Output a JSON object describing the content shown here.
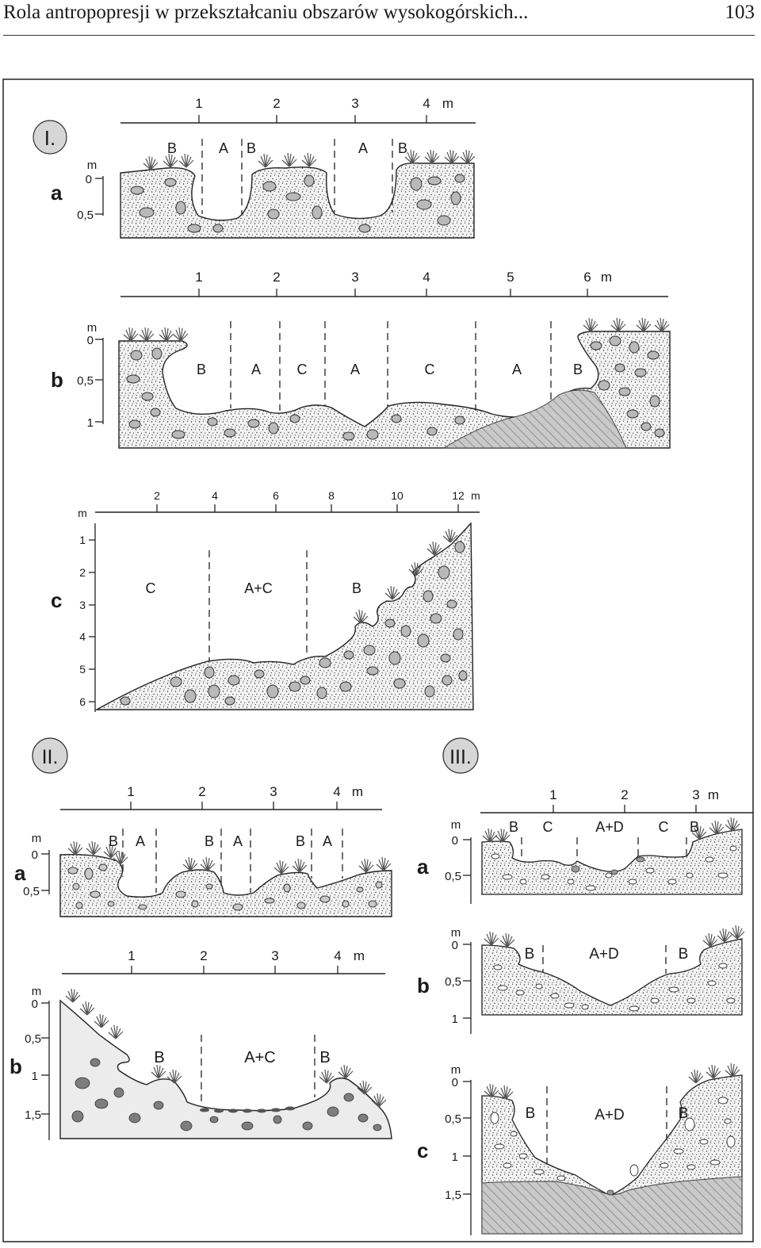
{
  "header": {
    "running_title": "Rola antropopresji w przekształcaniu obszarów wysokogórskich...",
    "page_number": "103"
  },
  "figure": {
    "groups": {
      "I": "I.",
      "II": "II.",
      "III": "III."
    },
    "I": {
      "a": {
        "letter": "a",
        "x_ticks": [
          "1",
          "2",
          "3",
          "4"
        ],
        "x_unit": "m",
        "y_unit": "m",
        "y_ticks": [
          "0",
          "0,5"
        ],
        "zones": [
          "B",
          "A",
          "B",
          "A",
          "B"
        ]
      },
      "b": {
        "letter": "b",
        "x_ticks": [
          "1",
          "2",
          "3",
          "4",
          "5",
          "6"
        ],
        "x_unit": "m",
        "y_unit": "m",
        "y_ticks": [
          "0",
          "0,5",
          "1"
        ],
        "zones": [
          "B",
          "A",
          "C",
          "A",
          "C",
          "A",
          "B"
        ]
      },
      "c": {
        "letter": "c",
        "x_ticks": [
          "2",
          "4",
          "6",
          "8",
          "10",
          "12"
        ],
        "x_unit": "m",
        "y_unit": "m",
        "y_ticks": [
          "1",
          "2",
          "3",
          "4",
          "5",
          "6"
        ],
        "zones": [
          "C",
          "A+C",
          "B"
        ]
      }
    },
    "II": {
      "a": {
        "letter": "a",
        "x_ticks": [
          "1",
          "2",
          "3",
          "4"
        ],
        "x_unit": "m",
        "y_unit": "m",
        "y_ticks": [
          "0",
          "0,5"
        ],
        "zones": [
          "B",
          "A",
          "B",
          "A",
          "B",
          "A"
        ]
      },
      "b": {
        "letter": "b",
        "x_ticks": [
          "1",
          "2",
          "3",
          "4"
        ],
        "x_unit": "m",
        "y_unit": "m",
        "y_ticks": [
          "0",
          "0,5",
          "1",
          "1,5"
        ],
        "zones": [
          "B",
          "A+C",
          "B"
        ]
      }
    },
    "III": {
      "x_ticks": [
        "1",
        "2",
        "3"
      ],
      "x_unit": "m",
      "a": {
        "letter": "a",
        "y_unit": "m",
        "y_ticks": [
          "0",
          "0,5"
        ],
        "zones": [
          "B",
          "C",
          "A+D",
          "C",
          "B"
        ]
      },
      "b": {
        "letter": "b",
        "y_unit": "m",
        "y_ticks": [
          "0",
          "0,5",
          "1"
        ],
        "zones": [
          "B",
          "A+D",
          "B"
        ]
      },
      "c": {
        "letter": "c",
        "y_unit": "m",
        "y_ticks": [
          "0",
          "0,5",
          "1",
          "1,5"
        ],
        "zones": [
          "B",
          "A+D",
          "B"
        ]
      }
    }
  }
}
